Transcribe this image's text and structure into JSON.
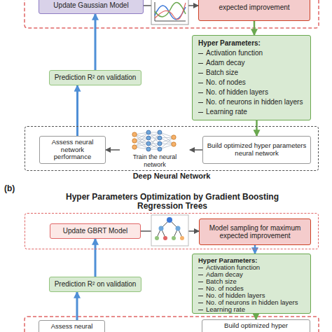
{
  "diagram": {
    "nodes": [
      {
        "text": [
          "Update Gaussian Model"
        ]
      },
      {
        "text": [
          "expected improvement"
        ]
      },
      {
        "text": [
          "Hyper Parameters:",
          "Activation function",
          "Adam decay",
          "Batch size",
          "No. of nodes",
          "No. of hidden layers",
          "No. of neurons in hidden layers",
          "Learning rate"
        ]
      },
      {
        "text": [
          "Prediction R² on validation"
        ]
      },
      {
        "text": [
          "Deep Neural Network"
        ]
      },
      {
        "text": [
          "Assess neural network performance"
        ],
        "in": 4
      },
      {
        "text": [
          "Train the neural network"
        ],
        "in": 4
      },
      {
        "text": [
          "Build optimized hyper parameters neural network"
        ],
        "in": 4
      },
      {
        "text": [
          "Hyper Parameters Optimization by Gradient Boosting Regression Trees"
        ]
      },
      {
        "text": [
          "Update GBRT Model"
        ],
        "in": 8
      },
      {
        "text": [
          "Model sampling for maximum expected improvement"
        ],
        "in": 8
      },
      {
        "text": [
          "Hyper Parameters:",
          "Activation function",
          "Adam decay",
          "Batch size",
          "No. of nodes",
          "No. of hidden layers",
          "No. of neurons in hidden layers",
          "Learning rate"
        ]
      },
      {
        "text": [
          "Prediction R² on validation"
        ]
      },
      {
        "text": [
          "Assess neural"
        ]
      },
      {
        "text": [
          "Build optimized hyper"
        ]
      }
    ],
    "edges": [
      {
        "from": 0,
        "to": 1,
        "arrow": "to"
      },
      {
        "from": 1,
        "to": 2,
        "arrow": "to"
      },
      {
        "from": 2,
        "to": 7,
        "arrow": "to"
      },
      {
        "from": 7,
        "to": 6,
        "arrow": "to"
      },
      {
        "from": 6,
        "to": 5,
        "arrow": "to"
      },
      {
        "from": 5,
        "to": 3,
        "arrow": "to"
      },
      {
        "from": 3,
        "to": 0,
        "arrow": "to"
      },
      {
        "from": 9,
        "to": 10,
        "arrow": "to"
      },
      {
        "from": 10,
        "to": 11,
        "arrow": "to"
      },
      {
        "from": 11,
        "to": 14,
        "arrow": "to"
      },
      {
        "from": 12,
        "to": 9,
        "arrow": "to"
      },
      {
        "from": 13,
        "to": 12,
        "arrow": "to"
      }
    ],
    "labels": [
      "(b)"
    ]
  }
}
